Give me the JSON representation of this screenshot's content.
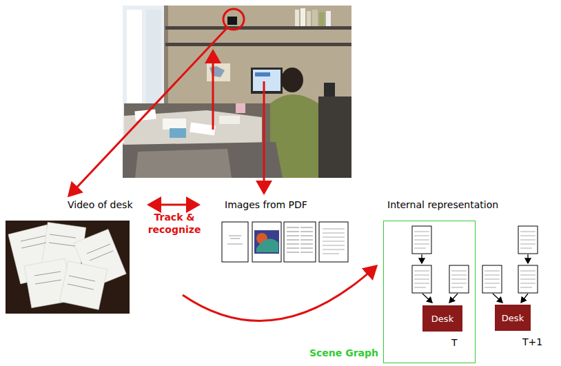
{
  "diagram": {
    "nodes": [
      {
        "text": [
          "Scene Graph",
          "T"
        ]
      },
      {
        "text": [
          "Desk"
        ],
        "in": 0
      },
      {
        "text": [
          "Desk"
        ]
      }
    ],
    "labels": [
      "Video of desk",
      "Images from PDF",
      "Internal representation",
      "Track & recognize",
      "T+1"
    ]
  }
}
